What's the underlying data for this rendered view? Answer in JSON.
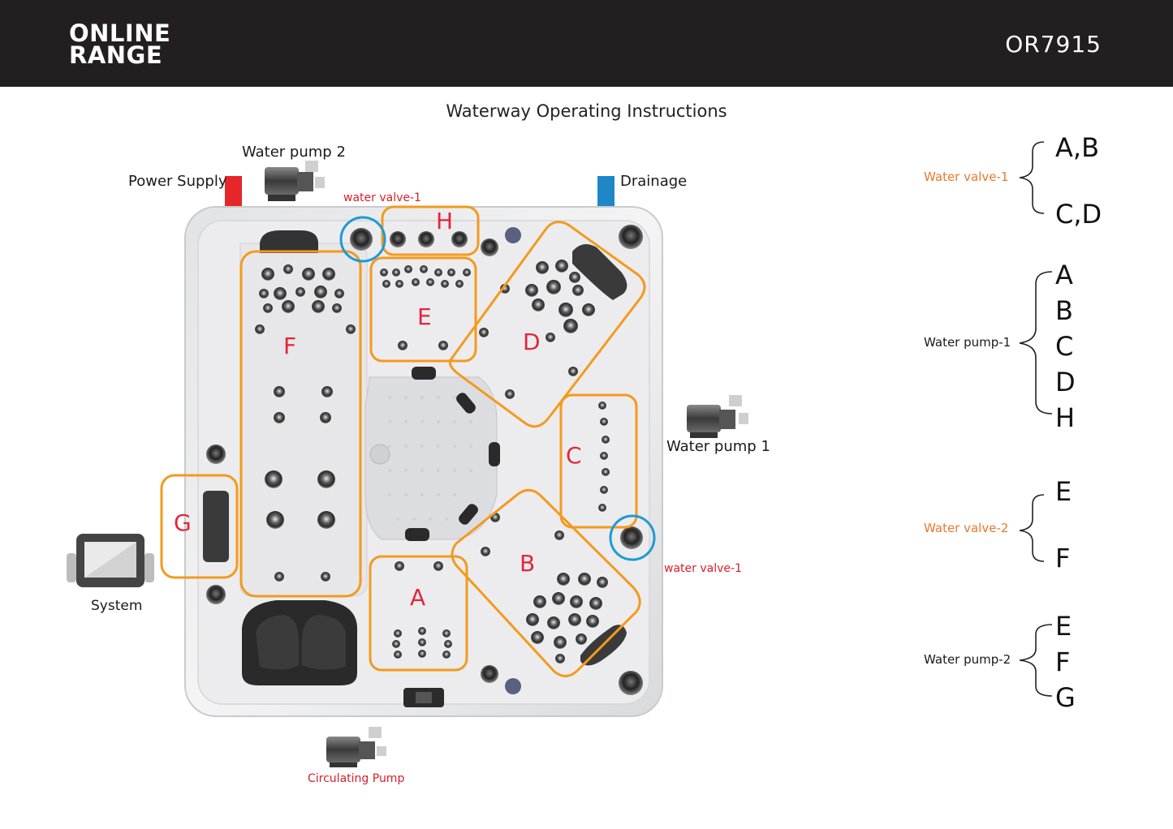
{
  "header": {
    "brand_line1": "ONLINE",
    "brand_line2": "RANGE",
    "model": "OR7915"
  },
  "title": "Waterway Operating Instructions",
  "labels": {
    "water_pump_2": "Water pump 2",
    "power_supply": "Power Supply",
    "drainage": "Drainage",
    "water_valve_top": "water valve-1",
    "water_pump_1": "Water pump 1",
    "water_valve_right": "water valve-1",
    "system": "System",
    "circulating_pump": "Circulating Pump"
  },
  "zones": [
    "A",
    "B",
    "C",
    "D",
    "E",
    "F",
    "G",
    "H"
  ],
  "legend": {
    "valve1": {
      "label": "Water valve-1",
      "items": [
        "A,B",
        "C,D"
      ]
    },
    "pump1": {
      "label": "Water pump-1",
      "items": [
        "A",
        "B",
        "C",
        "D",
        "H"
      ]
    },
    "valve2": {
      "label": "Water valve-2",
      "items": [
        "E",
        "F"
      ]
    },
    "pump2": {
      "label": "Water pump-2",
      "items": [
        "E",
        "F",
        "G"
      ]
    }
  },
  "colors": {
    "header_bg": "#231f20",
    "zone_outline": "#f39a1e",
    "zone_letter": "#e2263a",
    "valve_circle": "#1e9ad6",
    "power_supply": "#e5262b",
    "drainage": "#1e87c8",
    "valve_text": "#e8792b"
  }
}
